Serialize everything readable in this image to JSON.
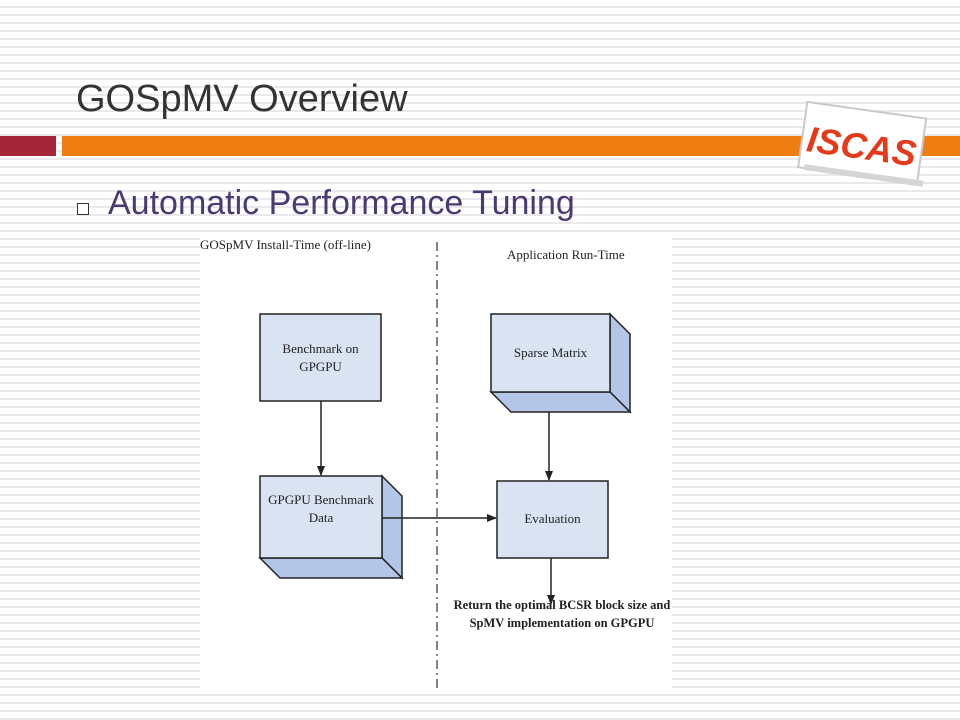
{
  "slide": {
    "title": "GOSpMV Overview",
    "bullet": "Automatic Performance Tuning",
    "logo_text": "ISCAS"
  },
  "colors": {
    "red_bar": "#a62639",
    "orange_bar": "#ee7d12",
    "box_fill": "#d9e3f2",
    "box_side": "#b4c6e7",
    "bullet_text": "#4b3a72"
  },
  "diagram": {
    "left_header": "GOSpMV Install-Time (off-line)",
    "right_header": "Application Run-Time",
    "boxes": {
      "benchmark": "Benchmark on GPGPU",
      "sparse_matrix": "Sparse Matrix",
      "benchmark_data": "GPGPU Benchmark Data",
      "evaluation": "Evaluation"
    },
    "result_text": "Return the optimal BCSR block size and SpMV implementation on GPGPU"
  }
}
